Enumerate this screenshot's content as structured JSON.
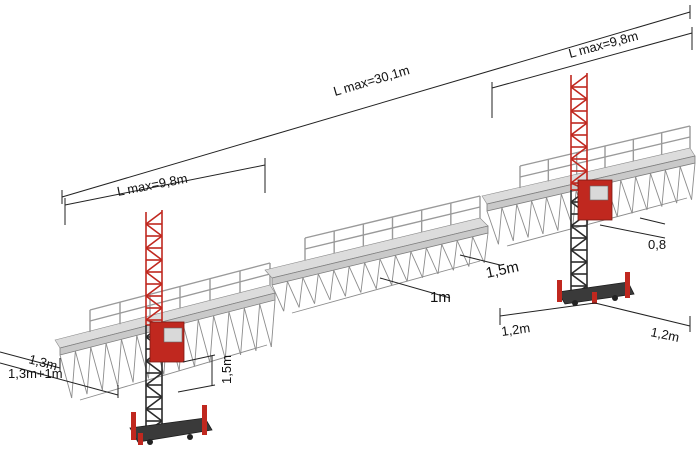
{
  "dimensions": {
    "total_length": "L max=30,1m",
    "left_length": "L max=9,8m",
    "right_length": "L max=9,8m",
    "left_width_a": "1,3m",
    "left_width_b": "1,3m+1m",
    "left_height": "1,5m",
    "middle_width": "1,5m",
    "middle_length": "1m",
    "right_depth": "0,8",
    "right_base_a": "1,2m",
    "right_base_b": "1,2m"
  },
  "colors": {
    "mast_red": "#c0281f",
    "mast_dark": "#2b2b2b",
    "steel": "#9a9a9a",
    "deck": "#c9c9c9"
  }
}
